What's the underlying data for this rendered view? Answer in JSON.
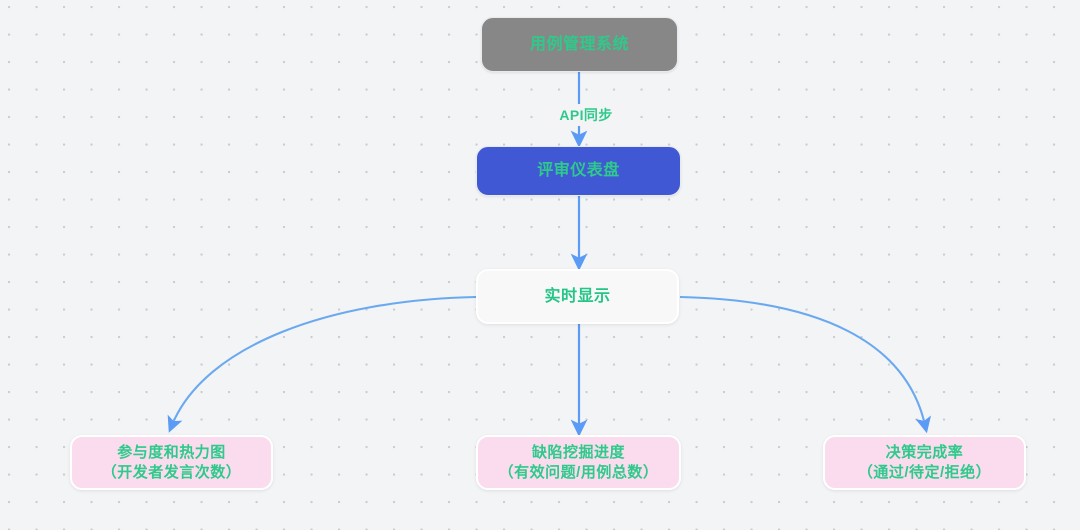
{
  "diagram": {
    "type": "flowchart",
    "direction": "top-down",
    "background": "#f3f4f6",
    "accent_text_color": "#2ec98b",
    "edge_color": "#6aa9f0",
    "nodes": [
      {
        "id": "system",
        "label": "用例管理系统",
        "color": "#878787",
        "shape": "rounded-rect"
      },
      {
        "id": "dashboard",
        "label": "评审仪表盘",
        "color": "#4158d4",
        "shape": "rounded-rect"
      },
      {
        "id": "realtime",
        "label": "实时显示",
        "color": "#f8f8f9",
        "shape": "rounded-rect"
      },
      {
        "id": "engagement",
        "line1": "参与度和热力图",
        "line2": "（开发者发言次数）",
        "color": "#fbdcee",
        "shape": "rounded-rect"
      },
      {
        "id": "defect",
        "line1": "缺陷挖掘进度",
        "line2": "（有效问题/用例总数）",
        "color": "#fbdcee",
        "shape": "rounded-rect"
      },
      {
        "id": "decision",
        "line1": "决策完成率",
        "line2": "（通过/待定/拒绝）",
        "color": "#fbdcee",
        "shape": "rounded-rect"
      }
    ],
    "edges": [
      {
        "from": "system",
        "to": "dashboard",
        "label": "API同步",
        "style": "straight-arrow"
      },
      {
        "from": "dashboard",
        "to": "realtime",
        "label": "",
        "style": "straight-arrow"
      },
      {
        "from": "realtime",
        "to": "engagement",
        "label": "",
        "style": "curved-arrow"
      },
      {
        "from": "realtime",
        "to": "defect",
        "label": "",
        "style": "straight-arrow"
      },
      {
        "from": "realtime",
        "to": "decision",
        "label": "",
        "style": "curved-arrow"
      }
    ]
  }
}
